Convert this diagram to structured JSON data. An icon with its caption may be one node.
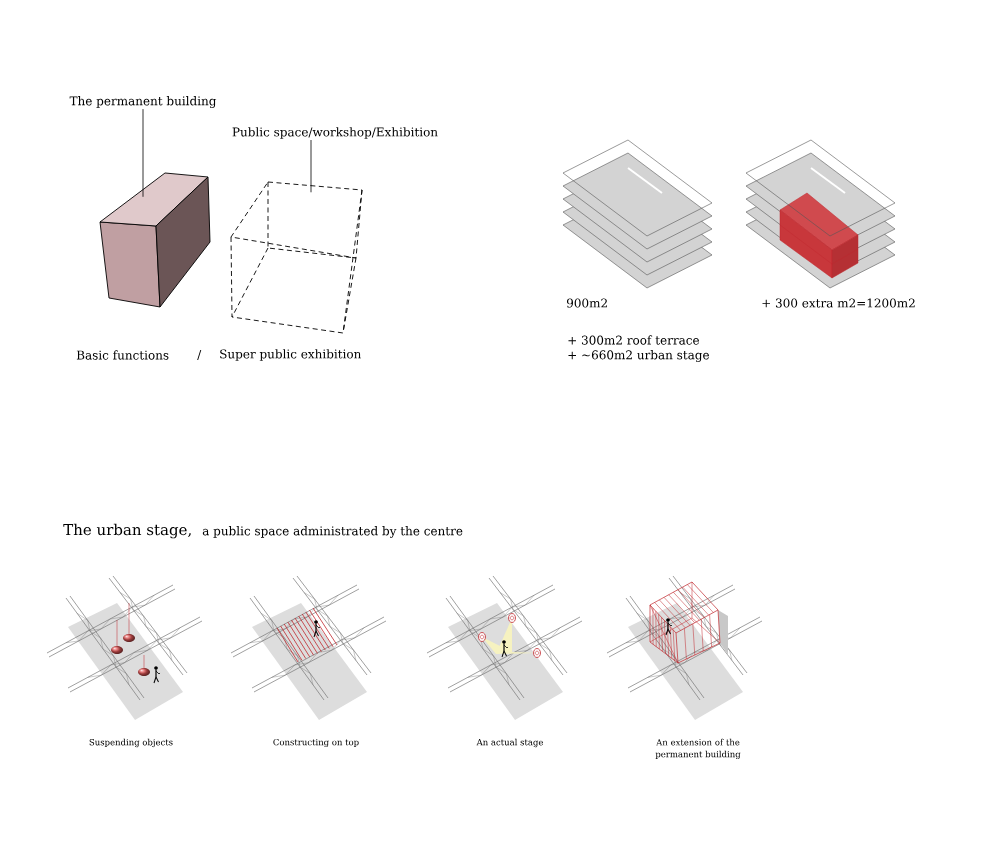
{
  "diagram": {
    "nodes": [
      {
        "text": [
          "The permanent building"
        ]
      },
      {
        "text": [],
        "shape": "box"
      },
      {
        "text": [
          "Public space/workshop/Exhibition"
        ]
      },
      {
        "text": [],
        "shape": "box"
      }
    ],
    "edges": [
      {
        "from": 0,
        "to": 1,
        "arrow": "none"
      },
      {
        "from": 2,
        "to": 3,
        "arrow": "none"
      }
    ],
    "labels": [
      "Basic functions",
      "/",
      "Super public exhibition",
      "900m2",
      "+ 300 extra m2=1200m2",
      "+ 300m2 roof terrace",
      "+ ~660m2 urban stage",
      "The urban stage,",
      "a public space administrated by the centre",
      "Suspending objects",
      "Constructing on top",
      "An actual stage",
      "An extension of the permanent building"
    ]
  }
}
